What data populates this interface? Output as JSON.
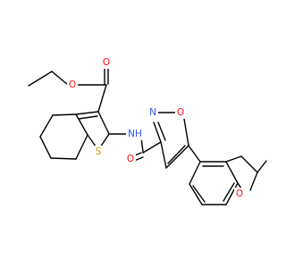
{
  "molecule": {
    "atom_labels": {
      "ester_carbonyl_o": "O",
      "ester_ether_o": "O",
      "thiophene_s": "S",
      "amide_nh": "NH",
      "amide_carbonyl_o": "O",
      "isoxazole_n": "N",
      "isoxazole_o": "O",
      "dihydrofuran_o": "O"
    },
    "colors": {
      "bond": "#000000",
      "oxygen": "#ff0d0d",
      "nitrogen": "#3050f8",
      "sulfur": "#c8a000"
    }
  }
}
